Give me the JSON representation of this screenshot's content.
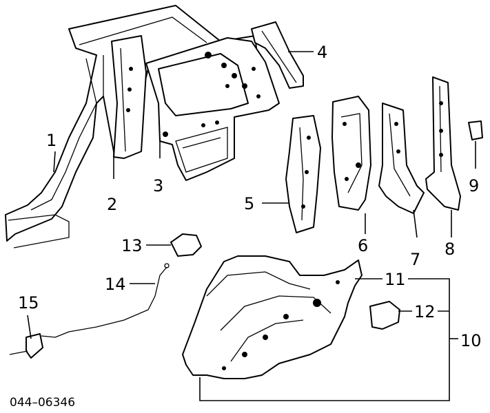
{
  "diagram": {
    "catalog_number": "044–06346",
    "callouts": {
      "c1": "1",
      "c2": "2",
      "c3": "3",
      "c4": "4",
      "c5": "5",
      "c6": "6",
      "c7": "7",
      "c8": "8",
      "c9": "9",
      "c10": "10",
      "c11": "11",
      "c12": "12",
      "c13": "13",
      "c14": "14",
      "c15": "15"
    }
  },
  "colors": {
    "line": "#000000",
    "background": "#ffffff"
  }
}
